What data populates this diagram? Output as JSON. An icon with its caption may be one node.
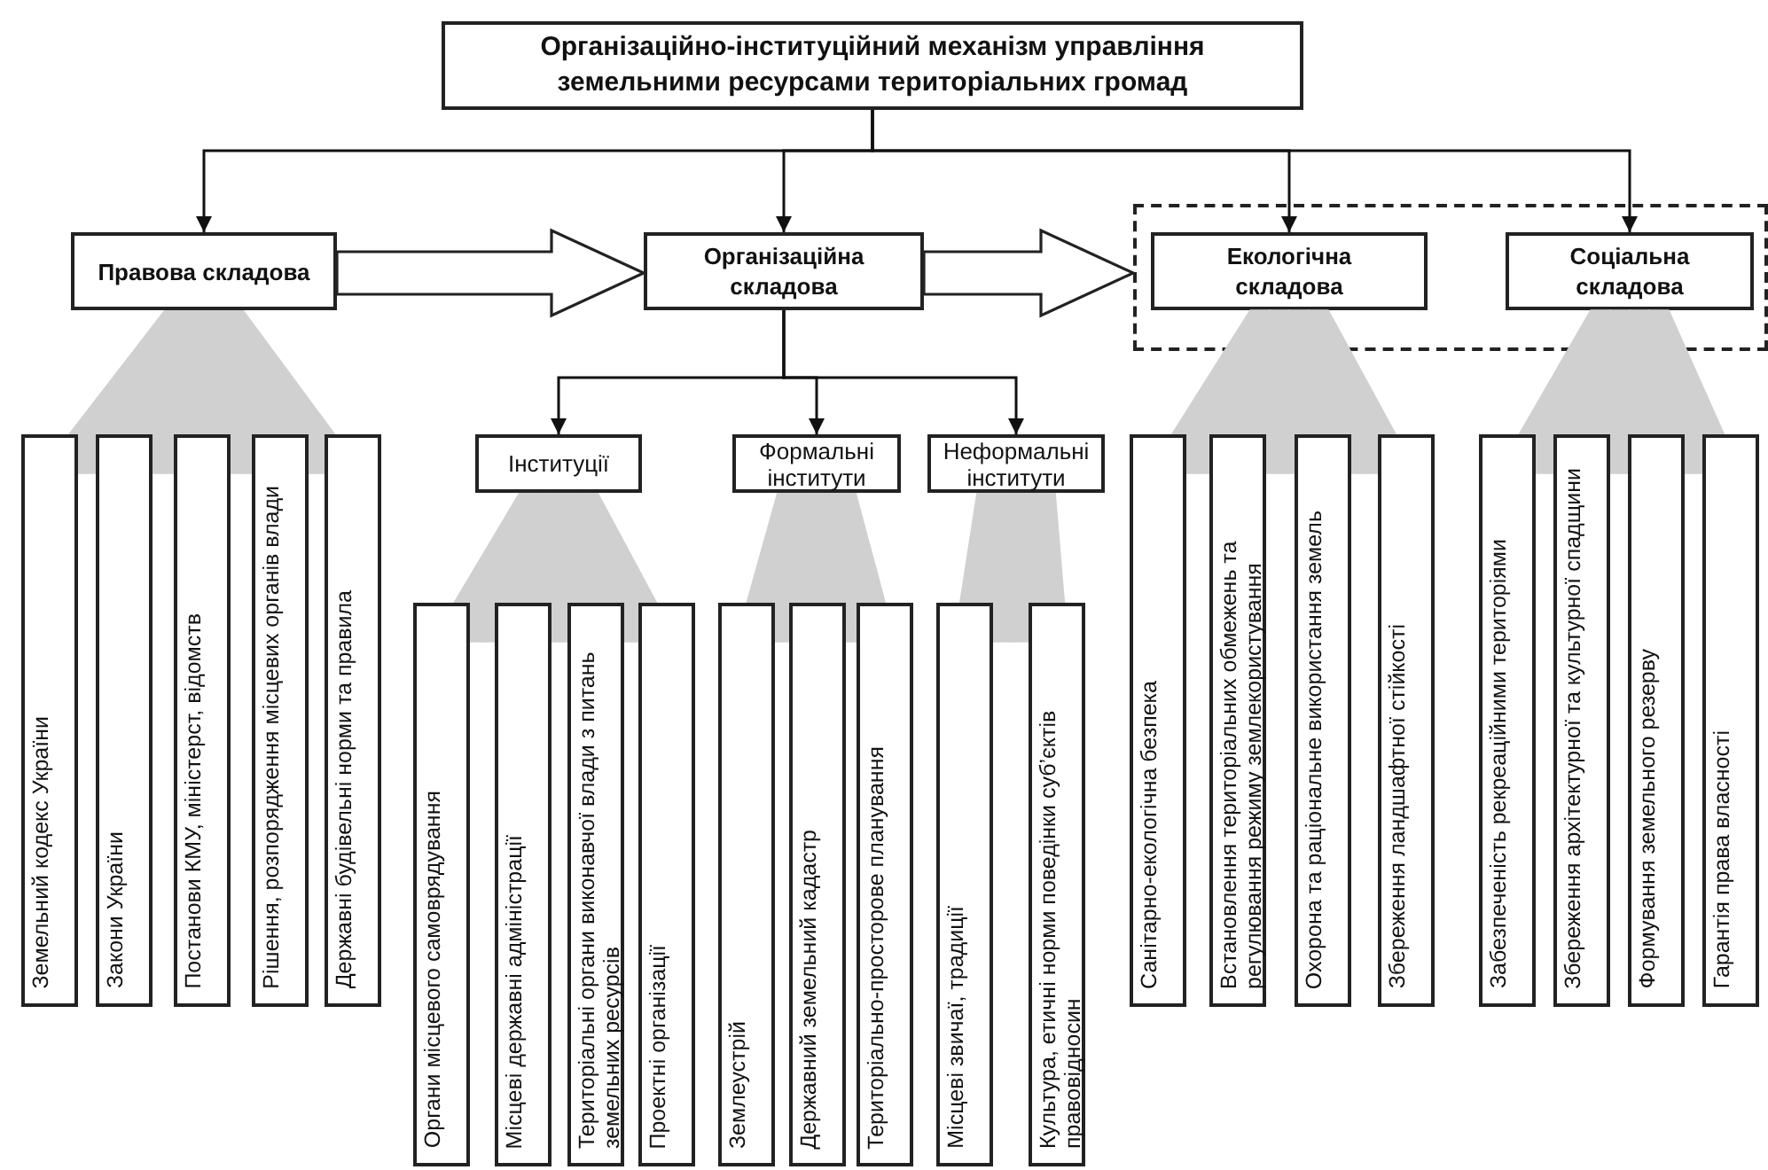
{
  "diagram": {
    "nodes": [
      {
        "text": [
          "Організаційно-інституційний механізм управління земельними ресурсами територіальних громад"
        ]
      },
      {
        "text": [
          "Правова складова"
        ]
      },
      {
        "text": [
          "Організаційна складова"
        ]
      },
      {
        "text": [],
        "shape": "box"
      },
      {
        "text": [
          "Екологічна складова"
        ],
        "in": 3
      },
      {
        "text": [
          "Соціальна складова"
        ],
        "in": 3
      },
      {
        "text": [
          "Інституції"
        ]
      },
      {
        "text": [
          "Формальні інститути"
        ]
      },
      {
        "text": [
          "Неформальні інститути"
        ]
      },
      {
        "text": [
          "Земельний кодекс України"
        ]
      },
      {
        "text": [
          "Закони України"
        ]
      },
      {
        "text": [
          "Постанови КМУ, міністерст, відомств"
        ]
      },
      {
        "text": [
          "Рішення, розпорядження місцевих органів влади"
        ]
      },
      {
        "text": [
          "Державні будівельні норми та правила"
        ]
      },
      {
        "text": [
          "Органи місцевого самоврядування"
        ]
      },
      {
        "text": [
          "Місцеві державні адміністрації"
        ]
      },
      {
        "text": [
          "Територіальні органи виконавчої влади з питань земельних ресурсів"
        ]
      },
      {
        "text": [
          "Проектні організації"
        ]
      },
      {
        "text": [
          "Землеустрій"
        ]
      },
      {
        "text": [
          "Державний земельний кадастр"
        ]
      },
      {
        "text": [
          "Територіально-просторове планування"
        ]
      },
      {
        "text": [
          "Місцеві звичаї, традиції"
        ]
      },
      {
        "text": [
          "Культура, етичні норми поведінки суб’єктів правовідносин"
        ]
      },
      {
        "text": [
          "Санітарно-екологічна безпека"
        ]
      },
      {
        "text": [
          "Встановлення територіальних обмежень та регулювання режиму землекористування"
        ]
      },
      {
        "text": [
          "Охорона та раціональне використання земель"
        ]
      },
      {
        "text": [
          "Збереження ландшафтної стійкості"
        ]
      },
      {
        "text": [
          "Забезпеченість рекреаційними територіями"
        ]
      },
      {
        "text": [
          "Збереження архітектурної та культурної спадщини"
        ]
      },
      {
        "text": [
          "Формування земельного резерву"
        ]
      },
      {
        "text": [
          "Гарантія права власності"
        ]
      }
    ],
    "edges": [
      {
        "from": 0,
        "to": 1,
        "arrow": "to"
      },
      {
        "from": 0,
        "to": 2,
        "arrow": "to"
      },
      {
        "from": 0,
        "to": 4,
        "arrow": "to"
      },
      {
        "from": 0,
        "to": 5,
        "arrow": "to"
      },
      {
        "from": 1,
        "to": 2,
        "arrow": "to",
        "style": "thick"
      },
      {
        "from": 2,
        "to": 3,
        "arrow": "to",
        "style": "thick"
      },
      {
        "from": 2,
        "to": 6,
        "arrow": "to"
      },
      {
        "from": 2,
        "to": 7,
        "arrow": "to"
      },
      {
        "from": 2,
        "to": 8,
        "arrow": "to"
      },
      {
        "from": 1,
        "to": 9,
        "arrow": "none",
        "color": "#d0d0d0"
      },
      {
        "from": 1,
        "to": 10,
        "arrow": "none",
        "color": "#d0d0d0"
      },
      {
        "from": 1,
        "to": 11,
        "arrow": "none",
        "color": "#d0d0d0"
      },
      {
        "from": 1,
        "to": 12,
        "arrow": "none",
        "color": "#d0d0d0"
      },
      {
        "from": 1,
        "to": 13,
        "arrow": "none",
        "color": "#d0d0d0"
      },
      {
        "from": 6,
        "to": 14,
        "arrow": "none",
        "color": "#d0d0d0"
      },
      {
        "from": 6,
        "to": 15,
        "arrow": "none",
        "color": "#d0d0d0"
      },
      {
        "from": 6,
        "to": 16,
        "arrow": "none",
        "color": "#d0d0d0"
      },
      {
        "from": 6,
        "to": 17,
        "arrow": "none",
        "color": "#d0d0d0"
      },
      {
        "from": 7,
        "to": 18,
        "arrow": "none",
        "color": "#d0d0d0"
      },
      {
        "from": 7,
        "to": 19,
        "arrow": "none",
        "color": "#d0d0d0"
      },
      {
        "from": 7,
        "to": 20,
        "arrow": "none",
        "color": "#d0d0d0"
      },
      {
        "from": 8,
        "to": 21,
        "arrow": "none",
        "color": "#d0d0d0"
      },
      {
        "from": 8,
        "to": 22,
        "arrow": "none",
        "color": "#d0d0d0"
      },
      {
        "from": 4,
        "to": 23,
        "arrow": "none",
        "color": "#d0d0d0"
      },
      {
        "from": 4,
        "to": 24,
        "arrow": "none",
        "color": "#d0d0d0"
      },
      {
        "from": 4,
        "to": 25,
        "arrow": "none",
        "color": "#d0d0d0"
      },
      {
        "from": 4,
        "to": 26,
        "arrow": "none",
        "color": "#d0d0d0"
      },
      {
        "from": 5,
        "to": 27,
        "arrow": "none",
        "color": "#d0d0d0"
      },
      {
        "from": 5,
        "to": 28,
        "arrow": "none",
        "color": "#d0d0d0"
      },
      {
        "from": 5,
        "to": 29,
        "arrow": "none",
        "color": "#d0d0d0"
      },
      {
        "from": 5,
        "to": 30,
        "arrow": "none",
        "color": "#d0d0d0"
      }
    ]
  }
}
